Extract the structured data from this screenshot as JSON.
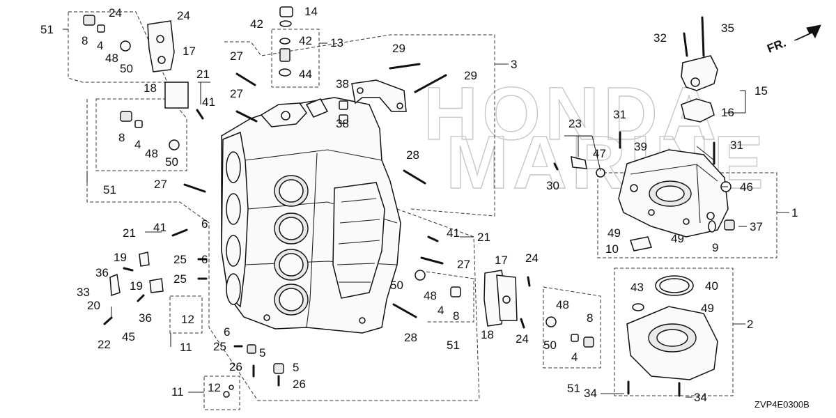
{
  "drawing_code": "ZVP4E0300B",
  "front_indicator": "FR.",
  "watermark": {
    "brand": "HONDA",
    "sub": "MARINE"
  },
  "callouts": {
    "c1": "1",
    "c2": "2",
    "c3": "3",
    "c4": "4",
    "c5": "5",
    "c6": "6",
    "c8": "8",
    "c9": "9",
    "c10": "10",
    "c11": "11",
    "c12": "12",
    "c13": "13",
    "c14": "14",
    "c15": "15",
    "c16": "16",
    "c17": "17",
    "c18": "18",
    "c19": "19",
    "c20": "20",
    "c21": "21",
    "c22": "22",
    "c23": "23",
    "c24": "24",
    "c25": "25",
    "c26": "26",
    "c27": "27",
    "c28": "28",
    "c29": "29",
    "c30": "30",
    "c31": "31",
    "c32": "32",
    "c33": "33",
    "c34": "34",
    "c35": "35",
    "c36": "36",
    "c37": "37",
    "c38": "38",
    "c39": "39",
    "c40": "40",
    "c41": "41",
    "c42": "42",
    "c43": "43",
    "c44": "44",
    "c45": "45",
    "c46": "46",
    "c47": "47",
    "c48": "48",
    "c49": "49",
    "c50": "50",
    "c51": "51"
  },
  "colors": {
    "line": "#222222",
    "watermark": "#c8c8c8",
    "background": "#ffffff"
  }
}
